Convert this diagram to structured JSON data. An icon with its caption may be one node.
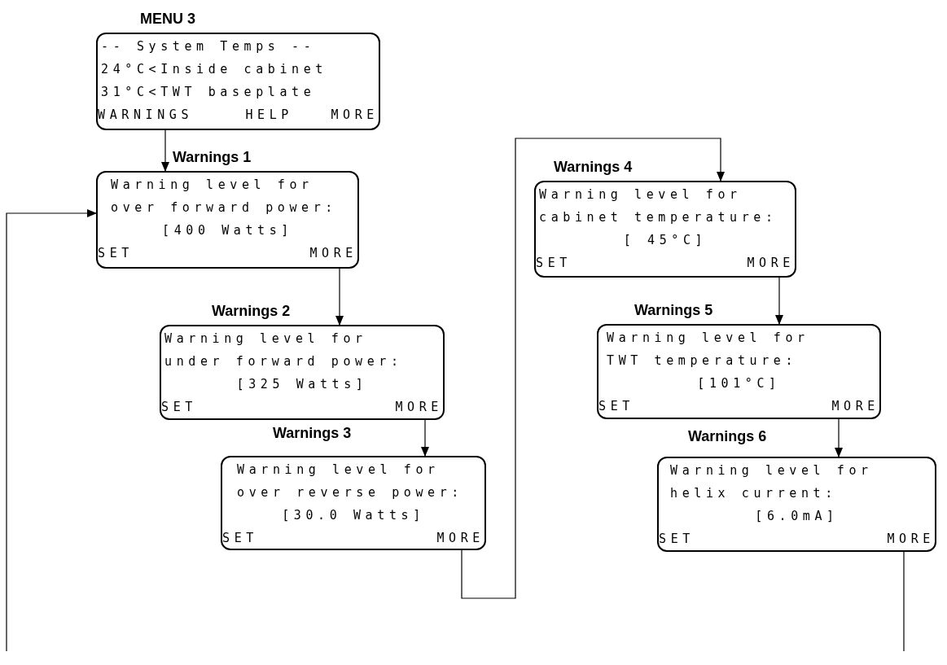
{
  "diagram": {
    "nodes": [
      {
        "text": [
          "MENU 3",
          "-- System Temps --",
          "24°C<Inside cabinet",
          "31°C<TWT baseplate",
          "WARNINGS",
          "HELP",
          "MORE"
        ]
      },
      {
        "text": [
          "Warnings 1",
          "Warning level for",
          "over forward power:",
          "[400 Watts]",
          "SET",
          "MORE"
        ]
      },
      {
        "text": [
          "Warnings 2",
          "Warning level for",
          "under forward power:",
          "[325 Watts]",
          "SET",
          "MORE"
        ]
      },
      {
        "text": [
          "Warnings 3",
          "Warning level for",
          "over reverse power:",
          "[30.0 Watts]",
          "SET",
          "MORE"
        ]
      },
      {
        "text": [
          "Warnings 4",
          "Warning level for",
          "cabinet temperature:",
          "[ 45°C]",
          "SET",
          "MORE"
        ]
      },
      {
        "text": [
          "Warnings 5",
          "Warning level for",
          "TWT temperature:",
          "[101°C]",
          "SET",
          "MORE"
        ]
      },
      {
        "text": [
          "Warnings 6",
          "Warning level for",
          "helix current:",
          "[6.0mA]",
          "SET",
          "MORE"
        ]
      }
    ],
    "edges": [
      {
        "from": 0,
        "to": 1,
        "arrow": "to"
      },
      {
        "from": 1,
        "to": 2,
        "arrow": "to"
      },
      {
        "from": 2,
        "to": 3,
        "arrow": "to"
      },
      {
        "from": 3,
        "to": 4,
        "arrow": "to"
      },
      {
        "from": 4,
        "to": 5,
        "arrow": "to"
      },
      {
        "from": 5,
        "to": 6,
        "arrow": "to"
      },
      {
        "from": 6,
        "to": null,
        "arrow": "none"
      },
      {
        "from": null,
        "to": 1,
        "arrow": "to"
      }
    ]
  }
}
